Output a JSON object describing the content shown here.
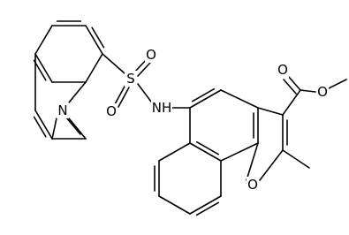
{
  "atoms": [
    {
      "id": "N_quinoline",
      "text": "N"
    },
    {
      "id": "S_sulfonyl",
      "text": "S"
    },
    {
      "id": "O_sulfonyl_top",
      "text": "O"
    },
    {
      "id": "O_sulfonyl_bottom",
      "text": "O"
    },
    {
      "id": "NH_amide",
      "text": "NH"
    },
    {
      "id": "O_carbonyl",
      "text": "O"
    },
    {
      "id": "O_ester",
      "text": "O"
    },
    {
      "id": "O_furan",
      "text": "O"
    }
  ],
  "colors": {
    "bond": "#000000",
    "text": "#000000",
    "background": "#ffffff"
  }
}
